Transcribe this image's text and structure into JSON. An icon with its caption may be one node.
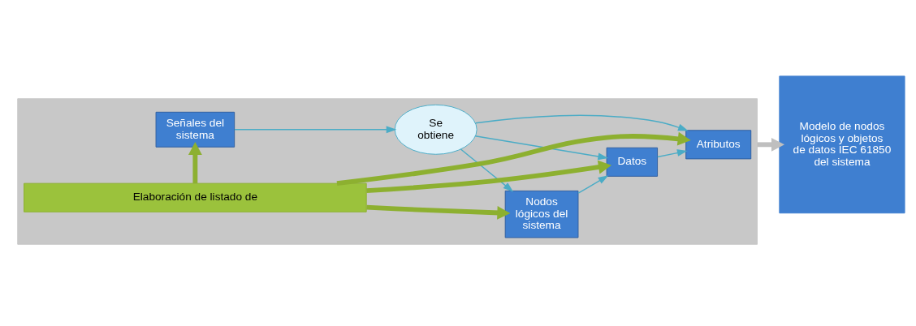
{
  "diagram": {
    "nodes": [
      {
        "text": [],
        "shape": "box"
      },
      {
        "text": [
          "Señales del sistema"
        ],
        "in": 0
      },
      {
        "text": [
          "Se obtiene"
        ],
        "in": 0
      },
      {
        "text": [
          "Nodos lógicos del sistema"
        ],
        "in": 0
      },
      {
        "text": [
          "Datos"
        ],
        "in": 0
      },
      {
        "text": [
          "Atributos"
        ],
        "in": 0
      },
      {
        "text": [
          "Elaboración de listado de"
        ],
        "in": 0
      },
      {
        "text": [
          "Modelo de nodos lógicos y objetos de datos IEC 61850 del sistema"
        ]
      }
    ],
    "edges": [
      {
        "from": 1,
        "to": 2,
        "arrow": "to"
      },
      {
        "from": 2,
        "to": 3,
        "arrow": "to"
      },
      {
        "from": 2,
        "to": 4,
        "arrow": "to"
      },
      {
        "from": 2,
        "to": 5,
        "arrow": "to"
      },
      {
        "from": 3,
        "to": 4,
        "arrow": "to"
      },
      {
        "from": 4,
        "to": 5,
        "arrow": "to"
      },
      {
        "from": 6,
        "to": 1,
        "arrow": "to",
        "style": "thick",
        "color": "#8db030"
      },
      {
        "from": 6,
        "to": 3,
        "arrow": "to",
        "style": "thick",
        "color": "#8db030"
      },
      {
        "from": 6,
        "to": 4,
        "arrow": "to",
        "style": "thick",
        "color": "#8db030"
      },
      {
        "from": 6,
        "to": 5,
        "arrow": "to",
        "style": "thick",
        "color": "#8db030"
      },
      {
        "from": 0,
        "to": 7,
        "arrow": "to",
        "style": "thick",
        "color": "#bfbfbf"
      }
    ]
  }
}
